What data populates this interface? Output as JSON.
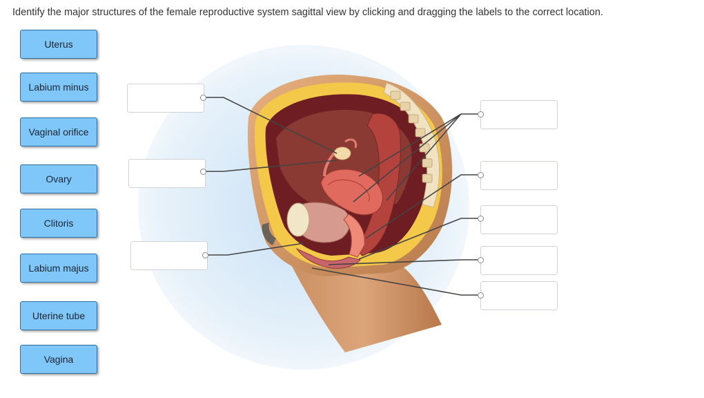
{
  "instructions": "Identify the major structures of the female reproductive system sagittal view by clicking and dragging the labels to the correct location.",
  "labels": [
    {
      "text": "Uterus"
    },
    {
      "text": "Labium minus"
    },
    {
      "text": "Vaginal orifice"
    },
    {
      "text": "Ovary"
    },
    {
      "text": "Clitoris"
    },
    {
      "text": "Labium majus"
    },
    {
      "text": "Uterine tube"
    },
    {
      "text": "Vagina"
    }
  ],
  "drop_targets": [
    {
      "value": ""
    },
    {
      "value": ""
    },
    {
      "value": ""
    },
    {
      "value": ""
    },
    {
      "value": ""
    },
    {
      "value": ""
    },
    {
      "value": ""
    },
    {
      "value": ""
    }
  ],
  "colors": {
    "chip_fill": "#7fc6f9",
    "chip_border": "#2f6fa0",
    "leader_line": "#444444"
  }
}
